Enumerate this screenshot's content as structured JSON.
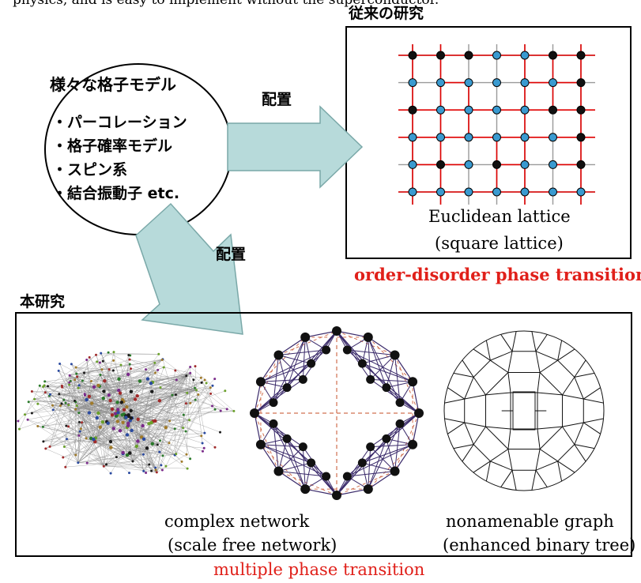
{
  "top_caption": "physics, and is easy to implement without the superconductor.",
  "conventional": {
    "title": "従来の研究",
    "lattice_caption_1": "Euclidean lattice",
    "lattice_caption_2": "(square lattice)",
    "transition_label": "order-disorder phase transition"
  },
  "models": {
    "title": "様々な格子モデル",
    "items": [
      "・パーコレーション",
      "・格子確率モデル",
      "・スピン系",
      "・結合振動子 etc."
    ]
  },
  "arrow_right_label": "配置",
  "arrow_down_label": "配置",
  "present": {
    "title": "本研究",
    "complex_caption_1": "complex network",
    "complex_caption_2": "(scale free network)",
    "nonamenable_caption_1": "nonamenable graph",
    "nonamenable_caption_2": "(enhanced binary tree)",
    "transition_label": "multiple phase transition"
  },
  "colors": {
    "arrow_fill": "#b7dada",
    "arrow_stroke": "#7aa8a8",
    "red_label": "#e0201a",
    "lattice_red": "#e00000",
    "lattice_gray": "#9a9a9a",
    "node_blue": "#3a9ad0",
    "node_black": "#111111",
    "star_edge": "#3a2a6a",
    "star_dash": "#d07050"
  },
  "lattice": {
    "node_colors": [
      [
        "black",
        "black",
        "black",
        "blue",
        "blue",
        "black",
        "black"
      ],
      [
        "blue",
        "blue",
        "blue",
        "blue",
        "blue",
        "blue",
        "black"
      ],
      [
        "black",
        "blue",
        "blue",
        "blue",
        "blue",
        "black",
        "black"
      ],
      [
        "blue",
        "blue",
        "blue",
        "blue",
        "blue",
        "blue",
        "black"
      ],
      [
        "blue",
        "black",
        "blue",
        "black",
        "blue",
        "blue",
        "black"
      ],
      [
        "blue",
        "blue",
        "blue",
        "blue",
        "blue",
        "blue",
        "blue"
      ]
    ]
  }
}
